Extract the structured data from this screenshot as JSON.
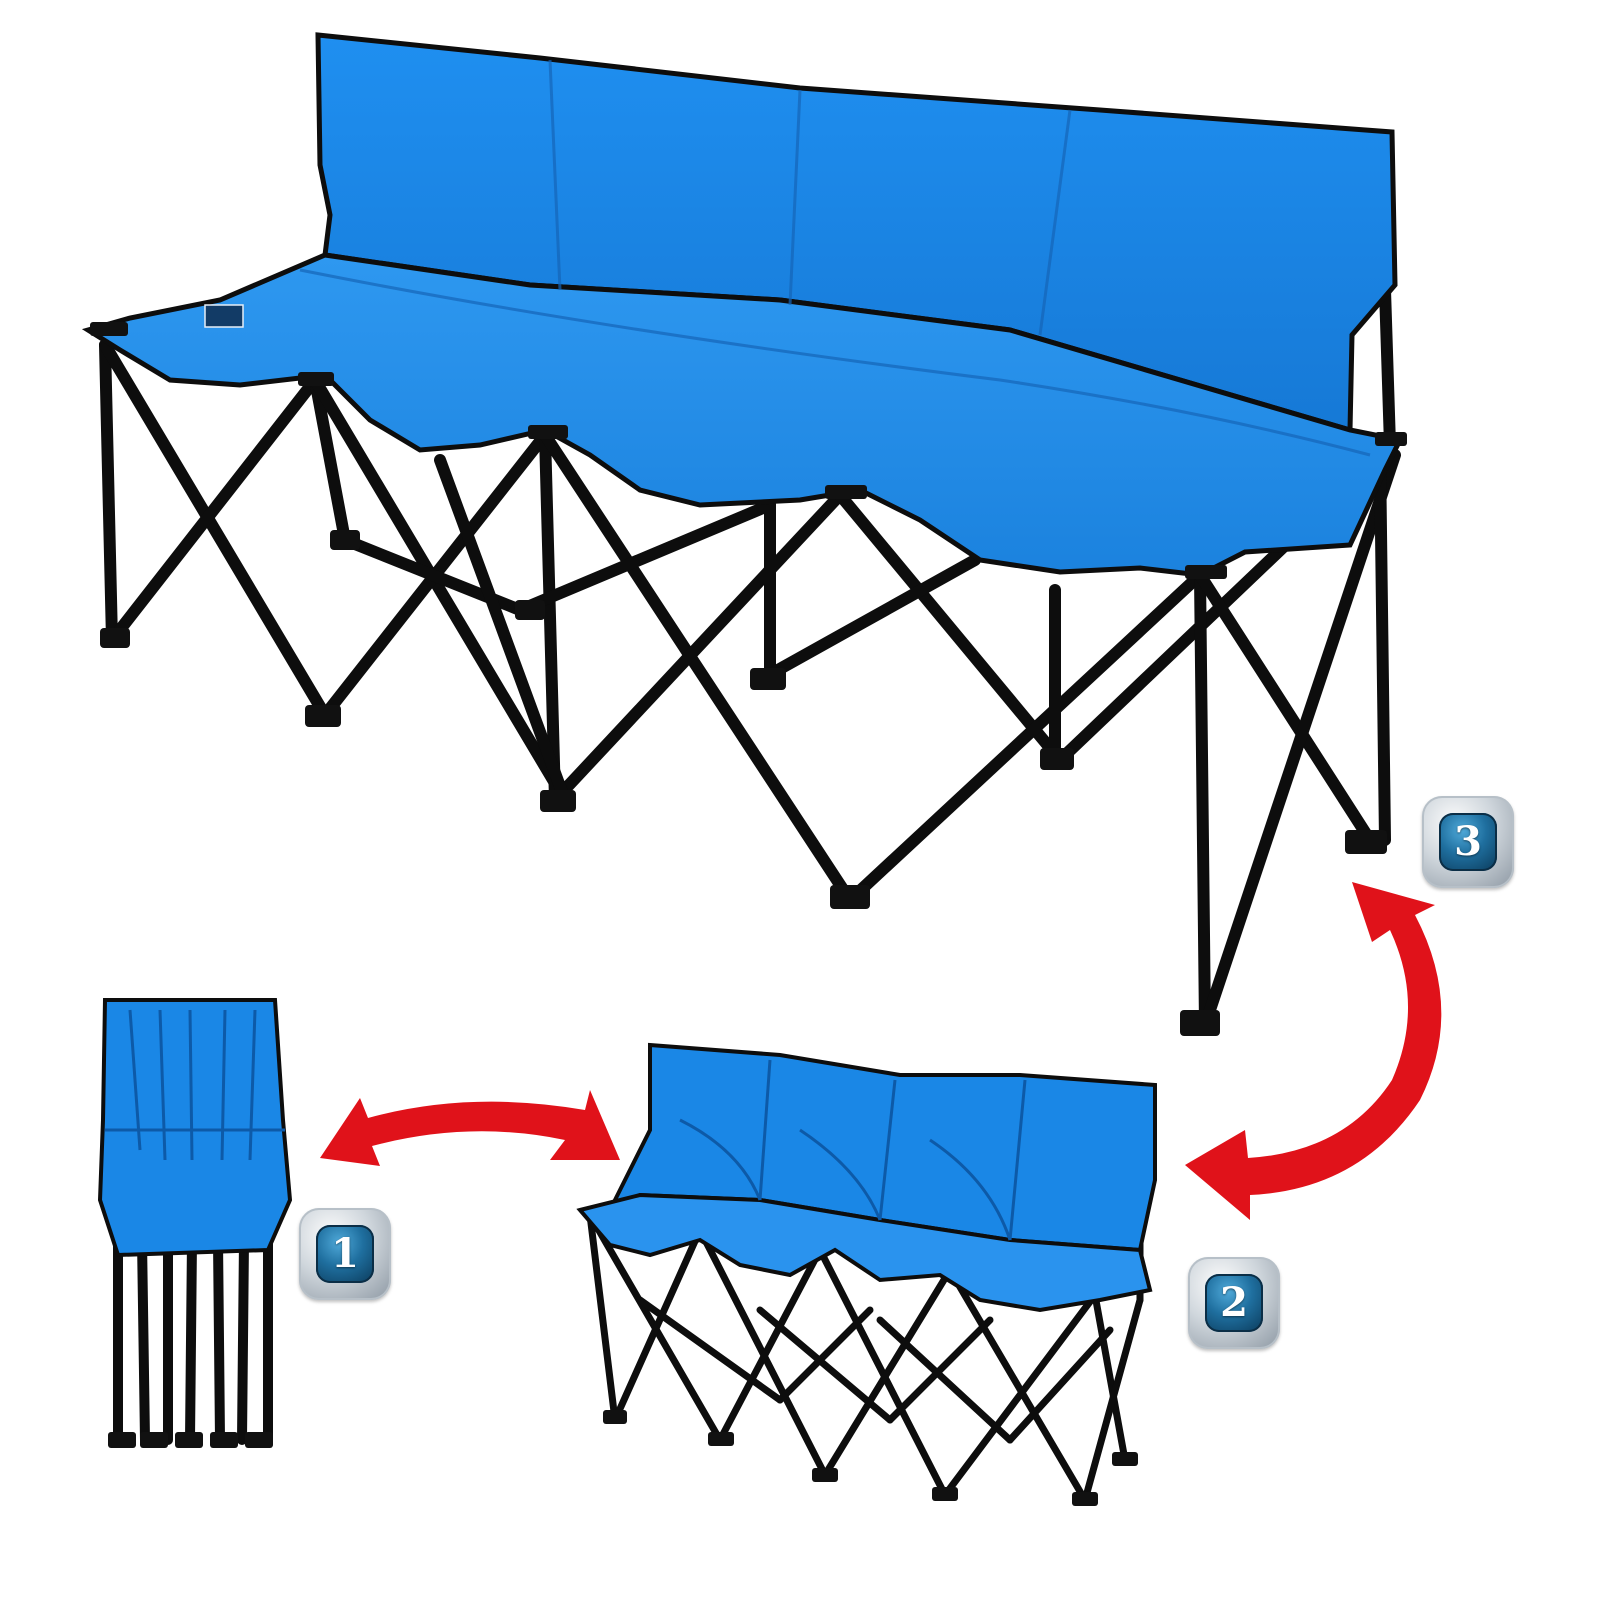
{
  "colors": {
    "fabric": "#1a87e6",
    "fabric_dark": "#0f5fb0",
    "fabric_light": "#3aa0f2",
    "frame": "#0d0d0d",
    "arrow": "#e0121a",
    "badge_blue": "#1f6f9f"
  },
  "steps": [
    {
      "number": "1",
      "state": "folded"
    },
    {
      "number": "2",
      "state": "half-open"
    },
    {
      "number": "3",
      "state": "fully-open"
    }
  ]
}
